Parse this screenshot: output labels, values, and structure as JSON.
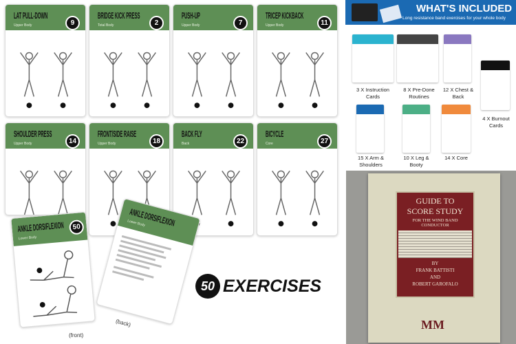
{
  "exercise_cards": [
    {
      "title": "LAT PULL-DOWN",
      "category": "Upper Body",
      "number": "9"
    },
    {
      "title": "BRIDGE KICK PRESS",
      "category": "Total Body",
      "number": "2"
    },
    {
      "title": "PUSH-UP",
      "category": "Upper Body",
      "number": "7"
    },
    {
      "title": "TRICEP KICKBACK",
      "category": "Upper Body",
      "number": "11"
    },
    {
      "title": "SHOULDER PRESS",
      "category": "Upper Body",
      "number": "14"
    },
    {
      "title": "FRONT/SIDE RAISE",
      "category": "Upper Body",
      "number": "18"
    },
    {
      "title": "BACK FLY",
      "category": "Back",
      "number": "22"
    },
    {
      "title": "BICYCLE",
      "category": "Core",
      "number": "27"
    }
  ],
  "front_card": {
    "title": "ANKLE DORSIFLEXION",
    "category": "Lower Body",
    "number": "50",
    "caption": "(front)"
  },
  "back_card": {
    "title": "ANKLE DORSIFLEXION",
    "category": "Lower Body",
    "caption": "(back)"
  },
  "banner": {
    "number": "50",
    "word": "EXERCISES"
  },
  "whats_included": {
    "title": "WHAT'S INCLUDED",
    "subtitle": "Long resistance band exercises for your whole body",
    "header_color": "#1b6ab3",
    "items": [
      {
        "label": "3 X Instruction Cards",
        "color": "#2bb3cf"
      },
      {
        "label": "8 X Pre-Done Routines",
        "color": "#444444"
      },
      {
        "label": "12 X Chest & Back",
        "color": "#8a78c0"
      },
      {
        "label": "4 X Burnout Cards",
        "color": "#111111"
      },
      {
        "label": "15 X Arm & Shoulders",
        "color": "#1b6ab3"
      },
      {
        "label": "10 X  Leg & Booty",
        "color": "#4caf86"
      },
      {
        "label": "14 X Core",
        "color": "#f08a3c"
      }
    ]
  },
  "book": {
    "line1": "GUIDE TO",
    "line2": "SCORE STUDY",
    "line3": "FOR THE WIND BAND",
    "line4": "CONDUCTOR",
    "by": "BY",
    "author1": "FRANK BATTISTI",
    "and": "AND",
    "author2": "ROBERT GAROFALO",
    "publisher_logo": "MM"
  },
  "colors": {
    "card_header": "#5e8f55",
    "book_panel": "#7a1f23"
  }
}
